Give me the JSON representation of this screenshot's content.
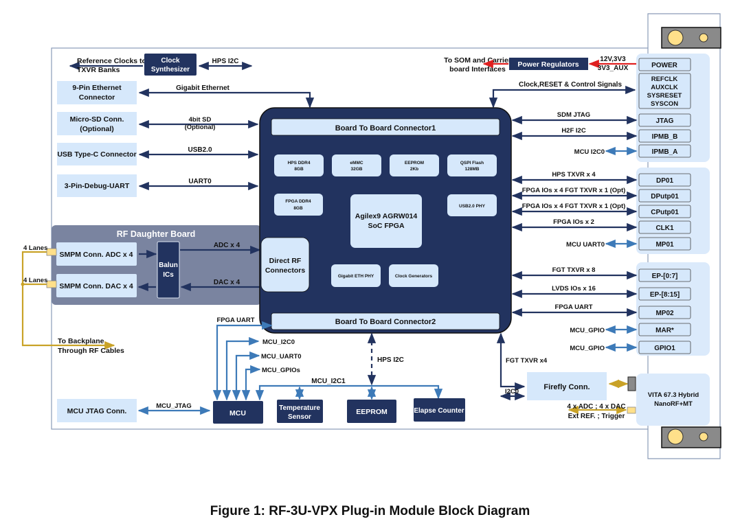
{
  "caption": "Figure 1: RF-3U-VPX Plug-in Module Block Diagram",
  "colors": {
    "navy": "#22335f",
    "light_block": "#d6e8fb",
    "panel": "#dbeafb",
    "rf_board": "#7a84a0",
    "link_dark": "#22335f",
    "link_mcu": "#3d7ab8",
    "power": "#e02020",
    "rf_cable": "#c9a227",
    "connector_gold": "#ffe08a",
    "connector_gray": "#8a8a8a"
  },
  "top": {
    "ref_clocks": [
      "Reference Clocks to",
      "TXVR Banks"
    ],
    "clock_synth": [
      "Clock",
      "Synthesizer"
    ],
    "hps_i2c": "HPS I2C",
    "to_som": [
      "To SOM and Carrier",
      "board Interfaces"
    ],
    "power_regulators": "Power Regulators",
    "power_in": [
      "12V,3V3",
      "3V3_AUX"
    ],
    "clock_reset": "Clock,RESET & Control Signals"
  },
  "left": {
    "ethernet": {
      "block": [
        "9-Pin Ethernet",
        "Connector"
      ],
      "link": "Gigabit Ethernet"
    },
    "microsd": {
      "block": [
        "Micro-SD Conn.",
        "(Optional)"
      ],
      "link": [
        "4bit SD",
        "(Optional)"
      ]
    },
    "usb": {
      "block": [
        "USB Type-C Connector"
      ],
      "link": "USB2.0"
    },
    "uart": {
      "block": [
        "3-Pin-Debug-UART"
      ],
      "link": "UART0"
    }
  },
  "rf": {
    "title": "RF Daughter Board",
    "adc_conn": "SMPM Conn. ADC x 4",
    "dac_conn": "SMPM Conn. DAC x 4",
    "balun": [
      "Balun",
      "ICs"
    ],
    "adc_link": "ADC x 4",
    "dac_link": "DAC x 4",
    "lanes_1": "4 Lanes",
    "lanes_2": "4 Lanes",
    "backplane": [
      "To Backplane",
      "Through RF Cables"
    ]
  },
  "som": {
    "connector1": "Board To Board Connector1",
    "connector2": "Board To Board Connector2",
    "chips": [
      [
        "HPS DDR4",
        "8GB"
      ],
      [
        "eMMC",
        "32GB"
      ],
      [
        "EEPROM",
        "2Kb"
      ],
      [
        "QSPI Flash",
        "128MB"
      ]
    ],
    "fpga_ddr4": [
      "FPGA DDR4",
      "8GB"
    ],
    "fpga": [
      "Agilex9 AGRW014",
      "SoC FPGA"
    ],
    "usb_phy": "USB2.0 PHY",
    "direct_rf": [
      "Direct RF",
      "Connectors"
    ],
    "eth_phy": "Gigabit ETH PHY",
    "clock_gen": "Clock Generators"
  },
  "right_links": [
    {
      "label": "SDM JTAG",
      "target": "JTAG",
      "kind": "dark"
    },
    {
      "label": "H2F I2C",
      "target": "IPMB_B",
      "kind": "dark"
    },
    {
      "label": "MCU I2C0",
      "target": "IPMB_A",
      "kind": "mcu"
    },
    {
      "label": "HPS TXVR x 4",
      "target": "DP01",
      "kind": "dark"
    },
    {
      "label": "FPGA IOs x 4 FGT TXVR x 1 (Opt)",
      "target": "DPutp01",
      "kind": "dark"
    },
    {
      "label": "FPGA IOs x 4 FGT TXVR x 1 (Opt)",
      "target": "CPutp01",
      "kind": "dark"
    },
    {
      "label": "FPGA IOs x 2",
      "target": "CLK1",
      "kind": "dark"
    },
    {
      "label": "MCU UART0",
      "target": "MP01",
      "kind": "mcu"
    },
    {
      "label": "FGT TXVR x 8",
      "target": "EP-[0:7]",
      "kind": "dark"
    },
    {
      "label": "LVDS IOs x 16",
      "target": "EP-[8:15]",
      "kind": "dark"
    },
    {
      "label": "FPGA UART",
      "target": "MP02",
      "kind": "dark"
    },
    {
      "label": "MCU_GPIO",
      "target": "MAR*",
      "kind": "mcu"
    },
    {
      "label": "MCU_GPIO",
      "target": "GPIO1",
      "kind": "mcu"
    }
  ],
  "backplane": {
    "power": "POWER",
    "clocks": [
      "REFCLK",
      "AUXCLK",
      "SYSRESET",
      "SYSCON"
    ]
  },
  "mcu": {
    "fpga_uart": "FPGA UART",
    "i2c0": "MCU_I2C0",
    "uart0": "MCU_UART0",
    "gpios": "MCU_GPIOs",
    "hps_i2c": "HPS I2C",
    "i2c1": "MCU_I2C1",
    "mcu": "MCU",
    "jtag_conn": "MCU JTAG Conn.",
    "jtag_link": "MCU_JTAG",
    "temp_sensor": [
      "Temperature",
      "Sensor"
    ],
    "eeprom": "EEPROM",
    "elapse_counter": "Elapse Counter"
  },
  "firefly": {
    "fgt": "FGT TXVR x4",
    "i2c0": "I2C0",
    "block": "Firefly Conn.",
    "vita": [
      "VITA 67.3 Hybrid",
      "NanoRF+MT"
    ],
    "adc_dac": "4 x ADC ; 4 x DAC",
    "ext_ref": "Ext REF. ; Trigger"
  }
}
